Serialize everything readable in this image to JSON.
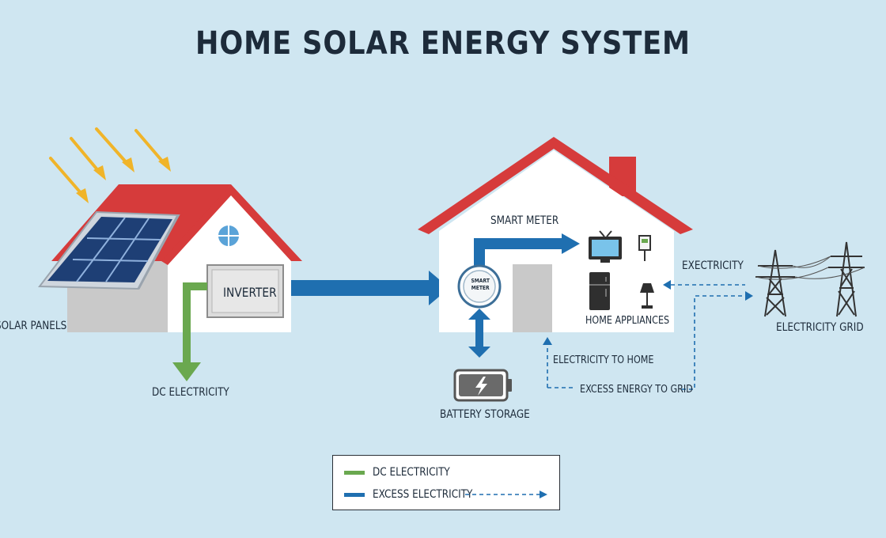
{
  "title": "HOME SOLAR ENERGY SYSTEM",
  "labels": {
    "solar_panels": "SOLAR PANELS",
    "inverter": "INVERTER",
    "dc_electricity": "DC ELECTRICITY",
    "smart_meter": "SMART METER",
    "meter_face": "SMART METER",
    "home_appliances": "HOME APPLIANCES",
    "battery_storage": "BATTERY STORAGE",
    "electricity_to_home": "ELECTRICITY TO HOME",
    "excess_energy_to_grid": "EXCESS ENERGY TO GRID",
    "grid_flow": "EXECTRICITY",
    "electricity_grid": "ELECTRICITY GRID"
  },
  "legend": [
    {
      "label": "DC ELECTRICITY",
      "color": "#6aa84f"
    },
    {
      "label": "EXCESS ELECTRICITY",
      "color": "#1f6fb0"
    }
  ],
  "colors": {
    "background": "#cfe6f1",
    "roof": "#d63b3b",
    "house_wall": "#ffffff",
    "solar_panel": "#1e3f75",
    "sun_ray": "#f0b429",
    "dc_flow": "#6aa84f",
    "ac_flow": "#1f6fb0"
  }
}
